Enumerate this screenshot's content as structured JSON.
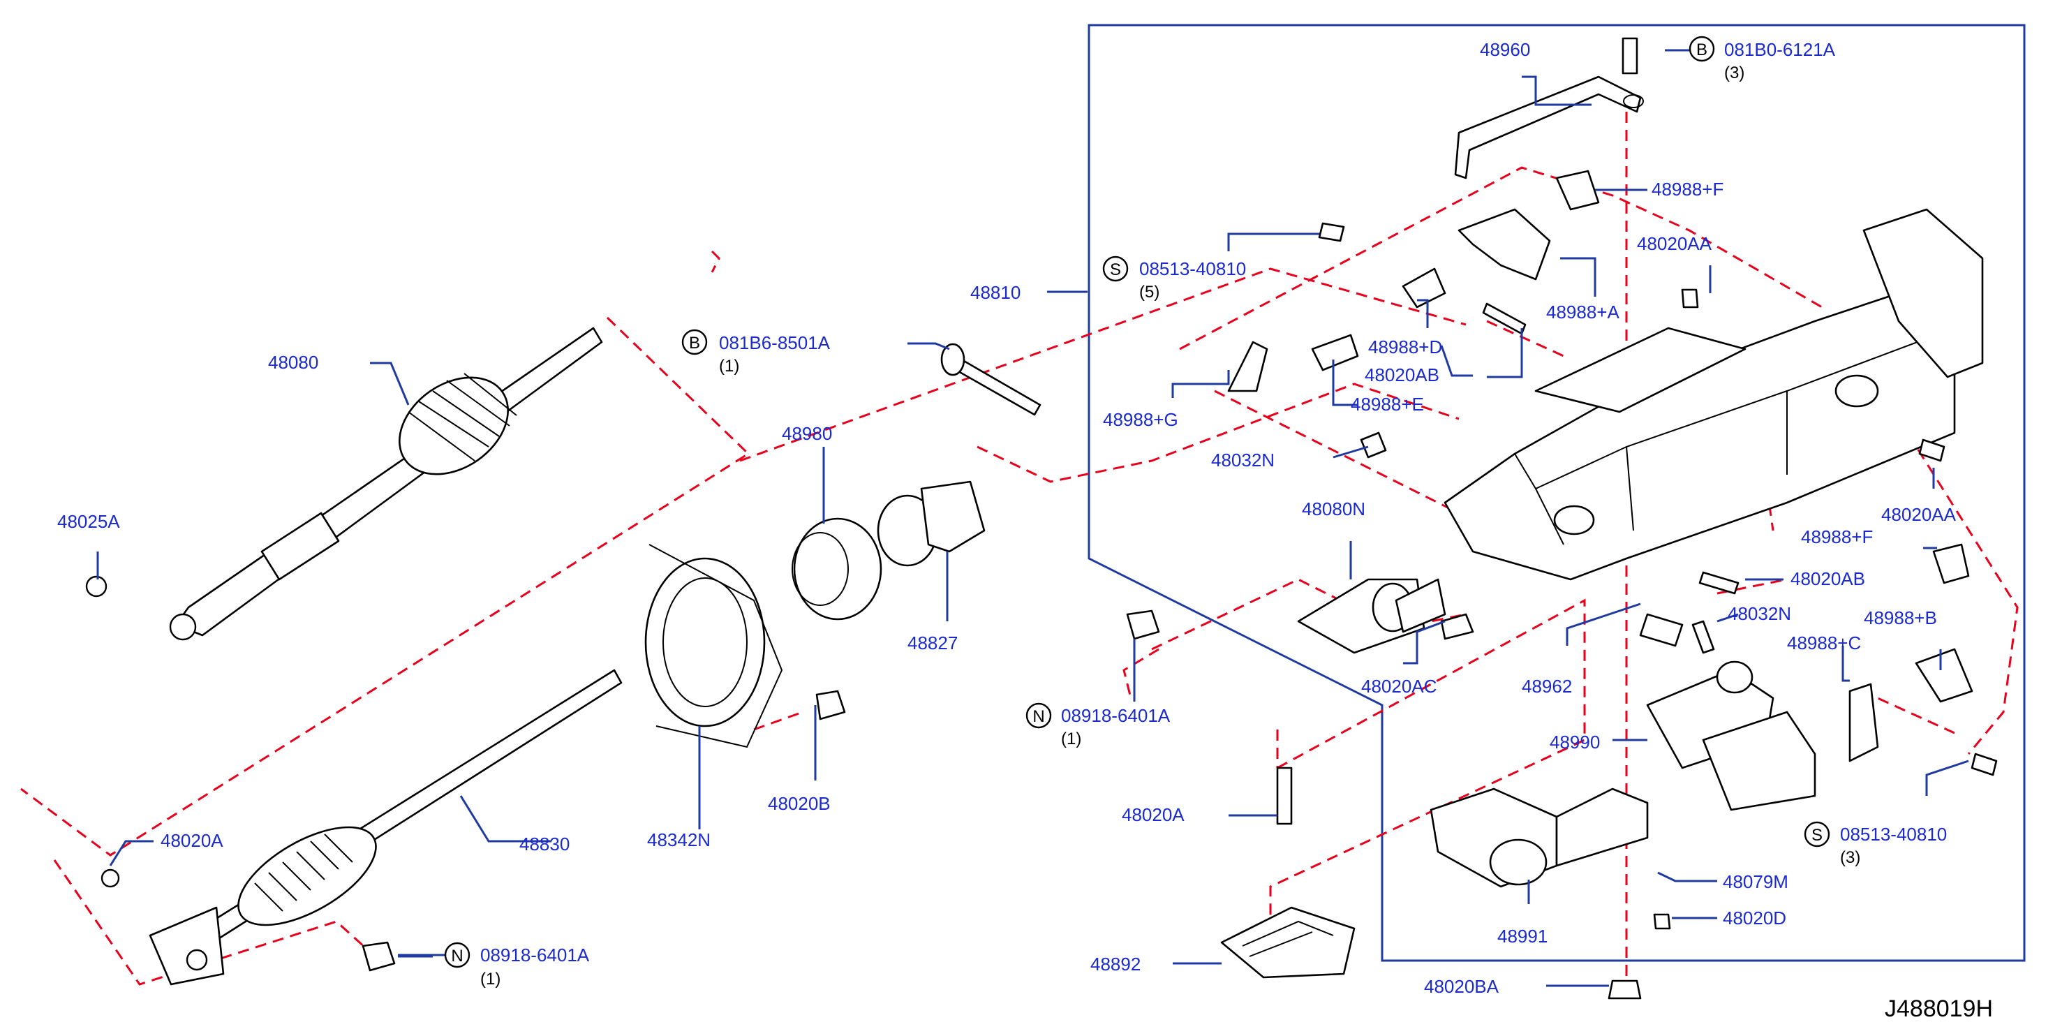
{
  "diagram_code": "J488019H",
  "callouts": {
    "p48080": "48080",
    "p48025A": "48025A",
    "p48830": "48830",
    "p48020A_left": "48020A",
    "n08918_left": "08918-6401A",
    "n08918_left_qty": "(1)",
    "p48342N": "48342N",
    "p48020B": "48020B",
    "p48980": "48980",
    "p48827": "48827",
    "p48810": "48810",
    "b081B6": "081B6-8501A",
    "b081B6_qty": "(1)",
    "s08513_top": "08513-40810",
    "s08513_top_qty": "(5)",
    "p48960": "48960",
    "b081B0": "081B0-6121A",
    "b081B0_qty": "(3)",
    "p48988F_top": "48988+F",
    "p48988A": "48988+A",
    "p48988D": "48988+D",
    "p48020AB_top": "48020AB",
    "p48988E": "48988+E",
    "p48988G": "48988+G",
    "p48032N_top": "48032N",
    "p48020AA_top": "48020AA",
    "p48020AA_right": "48020AA",
    "p48988F_right": "48988+F",
    "p48020AB_right": "48020AB",
    "p48032N_right": "48032N",
    "p48988B": "48988+B",
    "p48988C": "48988+C",
    "p48080N": "48080N",
    "p48020AC": "48020AC",
    "p48962": "48962",
    "n08918_mid": "08918-6401A",
    "n08918_mid_qty": "(1)",
    "p48990": "48990",
    "p48020A_mid": "48020A",
    "s08513_right": "08513-40810",
    "s08513_right_qty": "(3)",
    "p48079M": "48079M",
    "p48991": "48991",
    "p48020D": "48020D",
    "p48892": "48892",
    "p48020BA": "48020BA"
  },
  "symbols": {
    "bolt": "B",
    "screw": "S",
    "nut": "N"
  }
}
